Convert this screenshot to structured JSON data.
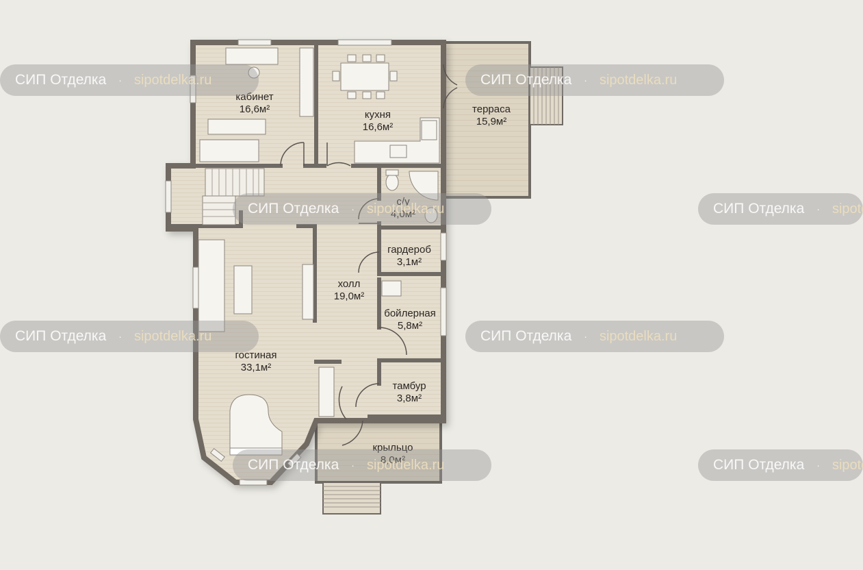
{
  "rooms": [
    {
      "name": "кабинет",
      "area": "16,6м²"
    },
    {
      "name": "кухня",
      "area": "16,6м²"
    },
    {
      "name": "терраса",
      "area": "15,9м²"
    },
    {
      "name": "с/у",
      "area": "4,0м²"
    },
    {
      "name": "гардероб",
      "area": "3,1м²"
    },
    {
      "name": "холл",
      "area": "19,0м²"
    },
    {
      "name": "бойлерная",
      "area": "5,8м²"
    },
    {
      "name": "гостиная",
      "area": "33,1м²"
    },
    {
      "name": "тамбур",
      "area": "3,8м²"
    },
    {
      "name": "крыльцо",
      "area": "8,0м²"
    }
  ],
  "watermark": {
    "brand": "СИП Отделка",
    "separator": "·",
    "url": "sipotdelka.ru"
  },
  "colors": {
    "background": "#ecebe5",
    "floor": "#e3dccd",
    "wall": "#6f6a64",
    "wall_inner": "#c8c2b6",
    "deck": "#ddd5c4",
    "furniture": "#f6f4ef"
  }
}
